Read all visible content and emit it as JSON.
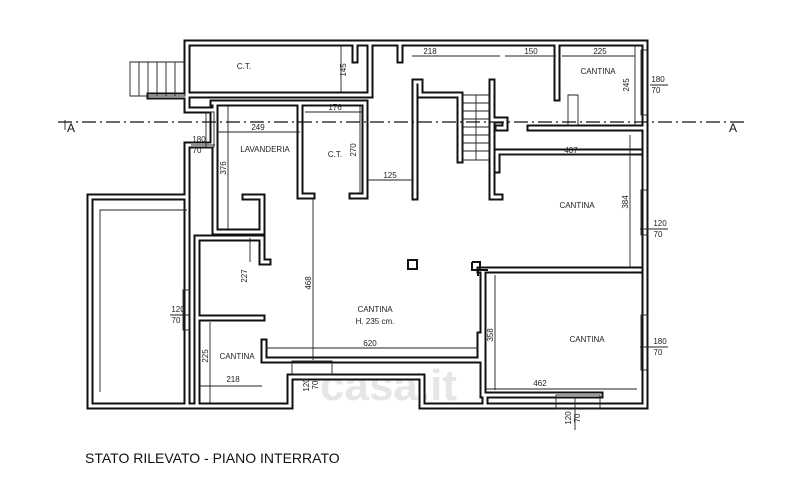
{
  "title": "STATO RILEVATO - PIANO INTERRATO",
  "watermark": "casa.it",
  "section_marks": {
    "left": "A",
    "right": "A"
  },
  "rooms": {
    "ct_top": "C.T.",
    "lavanderia": "LAVANDERIA",
    "ct_small": "C.T.",
    "cantina_top_right": "CANTINA",
    "cantina_right": "CANTINA",
    "cantina_main": "CANTINA",
    "cantina_main_height": "H. 235 cm.",
    "cantina_bottom_right": "CANTINA",
    "cantina_bottom_left": "CANTINA"
  },
  "dimensions": {
    "d145": "145",
    "d218_top": "218",
    "d150": "150",
    "d225_top": "225",
    "d245": "245",
    "d176": "176",
    "d249": "249",
    "d270": "270",
    "d376": "376",
    "d125": "125",
    "d407": "407",
    "d384": "384",
    "d227": "227",
    "d468": "468",
    "d358": "358",
    "d620": "620",
    "d225_left": "225",
    "d218_bottom": "218",
    "d462": "462"
  },
  "windows": [
    {
      "w": "180",
      "h": "70"
    },
    {
      "w": "180",
      "h": "70"
    },
    {
      "w": "120",
      "h": "70"
    },
    {
      "w": "120",
      "h": "70"
    },
    {
      "w": "180",
      "h": "70"
    },
    {
      "w": "120",
      "h": "70"
    },
    {
      "w": "120",
      "h": "70"
    }
  ]
}
